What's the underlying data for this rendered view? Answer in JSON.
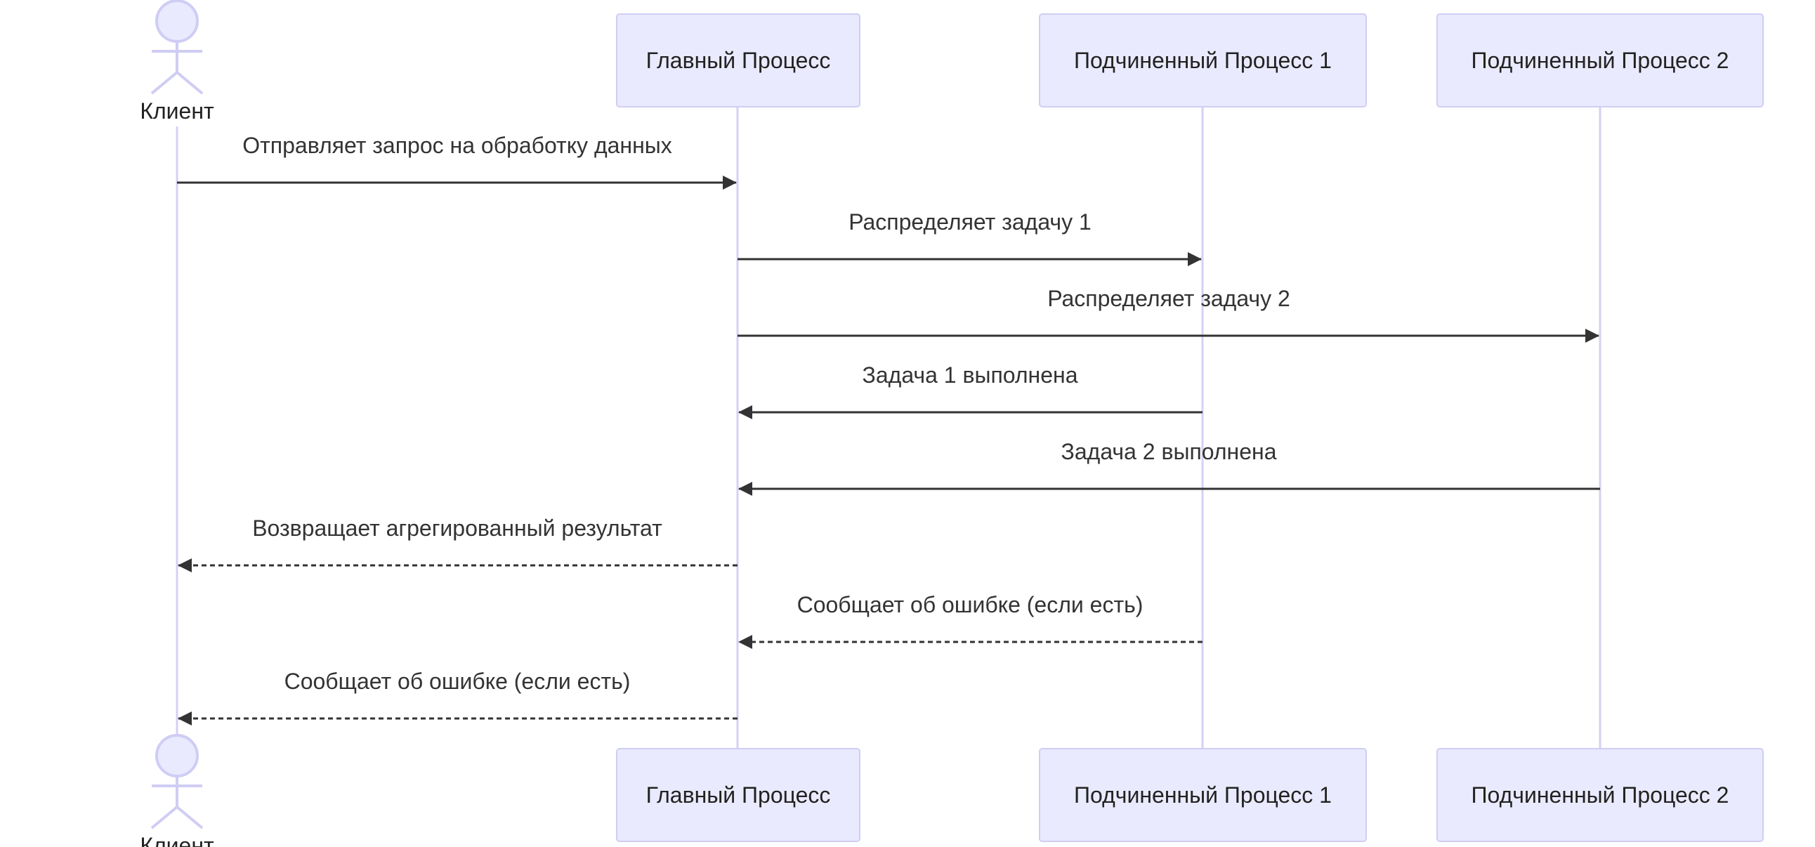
{
  "participants": [
    {
      "id": "client",
      "label": "Клиент",
      "kind": "actor"
    },
    {
      "id": "main",
      "label": "Главный Процесс",
      "kind": "box"
    },
    {
      "id": "sub1",
      "label": "Подчиненный Процесс 1",
      "kind": "box"
    },
    {
      "id": "sub2",
      "label": "Подчиненный Процесс 2",
      "kind": "box"
    }
  ],
  "messages": [
    {
      "from": "client",
      "to": "main",
      "text": "Отправляет запрос на обработку данных",
      "style": "solid"
    },
    {
      "from": "main",
      "to": "sub1",
      "text": "Распределяет задачу 1",
      "style": "solid"
    },
    {
      "from": "main",
      "to": "sub2",
      "text": "Распределяет задачу 2",
      "style": "solid"
    },
    {
      "from": "sub1",
      "to": "main",
      "text": "Задача 1 выполнена",
      "style": "solid"
    },
    {
      "from": "sub2",
      "to": "main",
      "text": "Задача 2 выполнена",
      "style": "solid"
    },
    {
      "from": "main",
      "to": "client",
      "text": "Возвращает агрегированный результат",
      "style": "dashed"
    },
    {
      "from": "sub1",
      "to": "main",
      "text": "Сообщает об ошибке (если есть)",
      "style": "dashed"
    },
    {
      "from": "main",
      "to": "client",
      "text": "Сообщает об ошибке (если есть)",
      "style": "dashed"
    }
  ],
  "colors": {
    "box_fill": "#eaeaff",
    "box_stroke": "#cfcdf4",
    "lifeline": "#d4d0f5",
    "message": "#333333"
  }
}
